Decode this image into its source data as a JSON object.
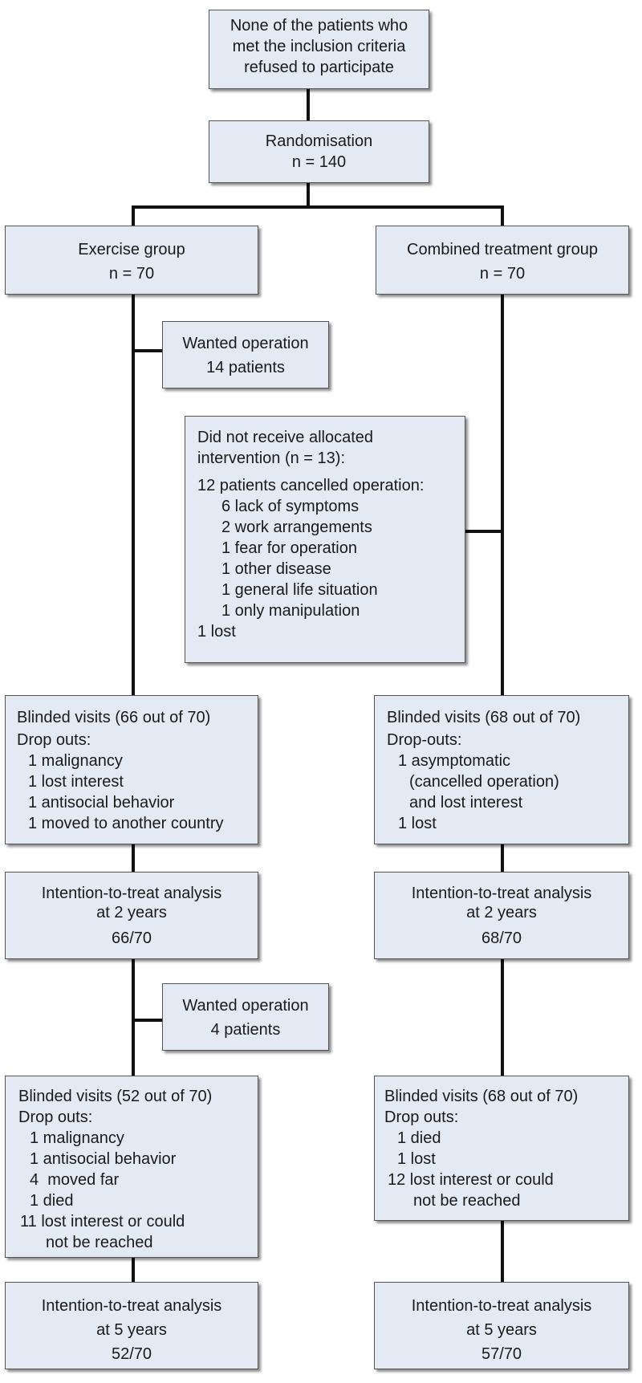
{
  "top": {
    "lines": [
      "None of the patients who",
      "met the inclusion criteria",
      "refused to participate"
    ]
  },
  "randomisation": {
    "title": "Randomisation",
    "n": "n = 140"
  },
  "exercise_group": {
    "title": "Exercise group",
    "n": "n = 70"
  },
  "combined_group": {
    "title": "Combined treatment group",
    "n": "n = 70"
  },
  "wanted_op_1": {
    "title": "Wanted operation",
    "count": "14 patients"
  },
  "not_received": {
    "header": [
      "Did not receive allocated",
      "intervention (n = 13):"
    ],
    "cancelled_title": "12 patients cancelled operation:",
    "reasons": [
      "6 lack of symptoms",
      "2 work arrangements",
      "1 fear for operation",
      "1 other disease",
      "1 general life situation",
      "1 only manipulation"
    ],
    "lost": "1 lost"
  },
  "ex_blinded_2y": {
    "title": "Blinded visits (66 out of 70)",
    "dropouts_label": "Drop outs:",
    "items": [
      "1 malignancy",
      "1 lost interest",
      "1 antisocial behavior",
      "1 moved to another country"
    ]
  },
  "ct_blinded_2y": {
    "title": "Blinded visits (68 out of 70)",
    "dropouts_label": "Drop-outs:",
    "item1": "1 asymptomatic",
    "item1_cont": [
      "(cancelled operation)",
      "and lost interest"
    ],
    "item2": "1 lost"
  },
  "ex_itt_2y": {
    "line1": "Intention-to-treat analysis",
    "line2": "at 2 years",
    "ratio": "66/70"
  },
  "ct_itt_2y": {
    "line1": "Intention-to-treat analysis",
    "line2": "at 2 years",
    "ratio": "68/70"
  },
  "wanted_op_2": {
    "title": "Wanted operation",
    "count": "4 patients"
  },
  "ex_blinded_5y": {
    "title": "Blinded visits (52 out of 70)",
    "dropouts_label": "Drop outs:",
    "items": [
      "1 malignancy",
      "1 antisocial behavior",
      "4  moved far",
      "1 died"
    ],
    "item_last": "11 lost interest or could",
    "item_last_cont": "not be reached"
  },
  "ct_blinded_5y": {
    "title": "Blinded visits (68 out of 70)",
    "dropouts_label": "Drop outs:",
    "items": [
      "1 died",
      "1 lost"
    ],
    "item_last": "12 lost interest or could",
    "item_last_cont": "not be reached"
  },
  "ex_itt_5y": {
    "line1": "Intention-to-treat analysis",
    "line2": "at 5 years",
    "ratio": "52/70"
  },
  "ct_itt_5y": {
    "line1": "Intention-to-treat analysis",
    "line2": "at 5 years",
    "ratio": "57/70"
  }
}
